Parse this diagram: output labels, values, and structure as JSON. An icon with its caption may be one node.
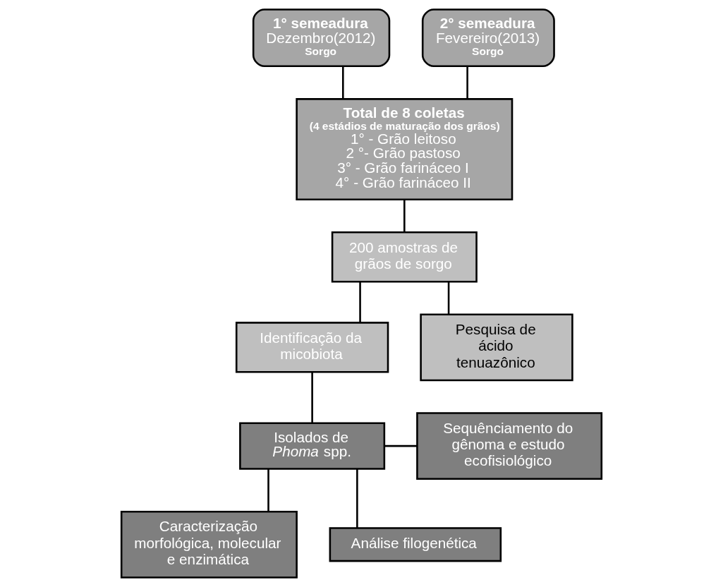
{
  "diagram": {
    "nodes": [
      {
        "text": [
          "1° semeadura",
          "Dezembro(2012)",
          "Sorgo"
        ]
      },
      {
        "text": [
          "2° semeadura",
          "Fevereiro(2013)",
          "Sorgo"
        ]
      },
      {
        "text": [
          "Total de 8 coletas",
          "(4 estádios de maturação dos grãos)",
          "1° - Grão leitoso",
          "2 °- Grão pastoso",
          "3° - Grão farináceo I",
          "4° - Grão farináceo II"
        ]
      },
      {
        "text": [
          "200 amostras de grãos de sorgo"
        ]
      },
      {
        "text": [
          "Identificação da micobiota"
        ]
      },
      {
        "text": [
          "Pesquisa de ácido tenuazônico"
        ]
      },
      {
        "text": [
          "Caracterização morfológica, molecular e enzimática"
        ]
      },
      {
        "text": [
          "Isolados de *Phoma* spp."
        ]
      },
      {
        "text": [
          "Sequênciamento do gênoma e estudo ecofisiológico"
        ]
      },
      {
        "text": [
          "Análise filogenética"
        ]
      }
    ],
    "edges": [
      {
        "from": 0,
        "to": 2,
        "arrow": "none"
      },
      {
        "from": 1,
        "to": 2,
        "arrow": "none"
      },
      {
        "from": 2,
        "to": 3,
        "arrow": "none"
      },
      {
        "from": 3,
        "to": 4,
        "arrow": "none"
      },
      {
        "from": 3,
        "to": 5,
        "arrow": "none"
      },
      {
        "from": 4,
        "to": 7,
        "arrow": "none"
      },
      {
        "from": 7,
        "to": 6,
        "arrow": "none"
      },
      {
        "from": 7,
        "to": 9,
        "arrow": "none"
      },
      {
        "from": 7,
        "to": 8,
        "arrow": "none"
      }
    ]
  }
}
